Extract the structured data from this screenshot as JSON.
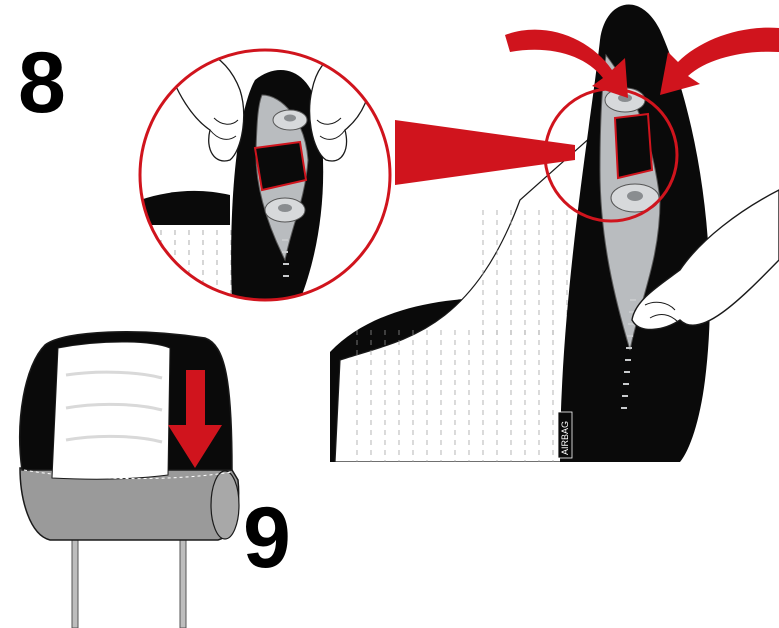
{
  "steps": {
    "step_8_label": "8",
    "step_9_label": "9"
  },
  "labels": {
    "airbag_tag": "AIRBAG"
  },
  "colors": {
    "accent_red": "#d0141d",
    "seat_black": "#0a0a0a",
    "fabric_white": "#ffffff",
    "headrest_grey": "#9a9a9a",
    "zipper_grey": "#b9bcbf",
    "outline": "#1a1a1a"
  },
  "icons": {
    "arrow_down": "red-down-arrow-icon",
    "arrow_curved": "red-curved-arrow-icon"
  }
}
